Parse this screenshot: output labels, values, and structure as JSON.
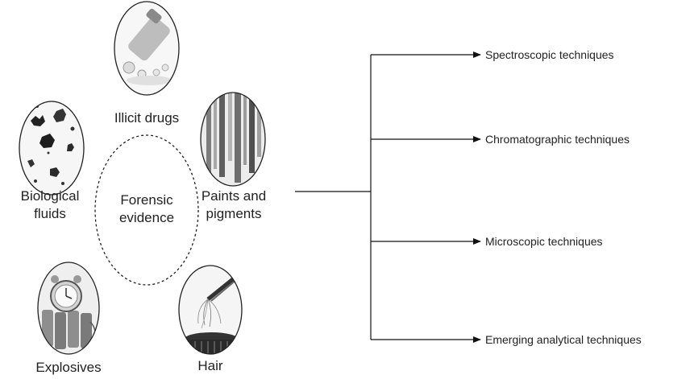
{
  "center": {
    "line1": "Forensic",
    "line2": "evidence"
  },
  "evidence": {
    "illicit_drugs": "Illicit drugs",
    "paints_line1": "Paints and",
    "paints_line2": "pigments",
    "bio_line1": "Biological",
    "bio_line2": "fluids",
    "explosives": "Explosives",
    "hair": "Hair"
  },
  "techniques": [
    {
      "label": "Spectroscopic techniques"
    },
    {
      "label": "Chromatographic techniques"
    },
    {
      "label": "Microscopic techniques"
    },
    {
      "label": "Emerging analytical techniques"
    }
  ]
}
